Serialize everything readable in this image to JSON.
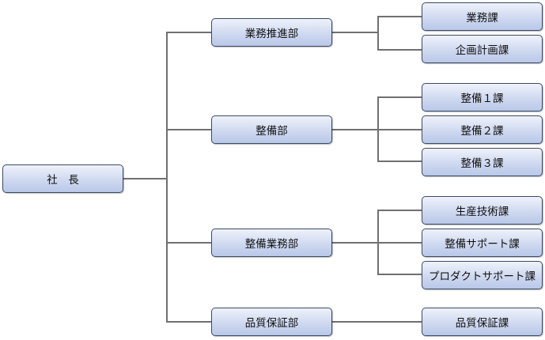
{
  "root": {
    "label": "社　長"
  },
  "departments": [
    {
      "label": "業務推進部",
      "sections": [
        "業務課",
        "企画計画課"
      ]
    },
    {
      "label": "整備部",
      "sections": [
        "整備１課",
        "整備２課",
        "整備３課"
      ]
    },
    {
      "label": "整備業務部",
      "sections": [
        "生産技術課",
        "整備サポート課",
        "プロダクトサポート課"
      ]
    },
    {
      "label": "品質保証部",
      "sections": [
        "品質保証課"
      ]
    }
  ],
  "colors": {
    "box_border": "#3b4a66",
    "box_fill_top": "#eef2fb",
    "box_fill_bottom": "#b9c8e8",
    "connector": "#707070"
  }
}
